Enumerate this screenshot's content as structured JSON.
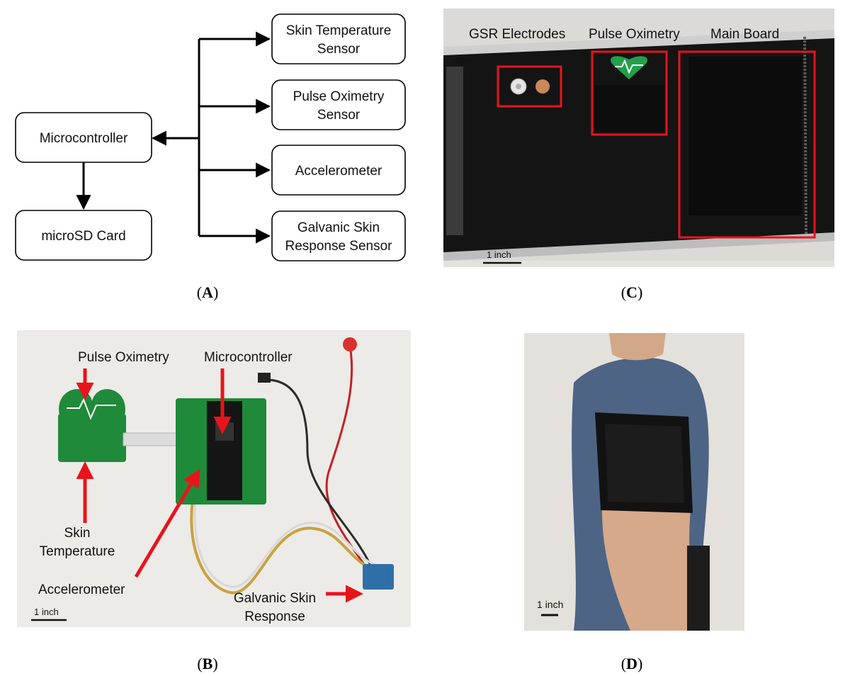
{
  "panel_a": {
    "microcontroller": "Microcontroller",
    "microsd": "microSD Card",
    "sensors": [
      {
        "line1": "Skin Temperature",
        "line2": "Sensor"
      },
      {
        "line1": "Pulse Oximetry",
        "line2": "Sensor"
      },
      {
        "line1": "Accelerometer",
        "line2": ""
      },
      {
        "line1": "Galvanic Skin",
        "line2": "Response Sensor"
      }
    ]
  },
  "panel_b": {
    "pulse_oximetry": "Pulse Oximetry",
    "microcontroller": "Microcontroller",
    "skin_temp_1": "Skin",
    "skin_temp_2": "Temperature",
    "accelerometer": "Accelerometer",
    "gsr_1": "Galvanic Skin",
    "gsr_2": "Response",
    "scale": "1 inch"
  },
  "panel_c": {
    "gsr_electrodes": "GSR Electrodes",
    "pulse_oximetry": "Pulse Oximetry",
    "main_board": "Main Board",
    "scale": "1 inch"
  },
  "panel_d": {
    "scale": "1 inch"
  },
  "captions": {
    "open": "(",
    "close": ")",
    "a": "A",
    "b": "B",
    "c": "C",
    "d": "D"
  },
  "colors": {
    "annotation_red": "#e8141b",
    "pcb_green": "#1f8a3a",
    "fabric_black": "#141414",
    "wall": "#e4e1dc"
  }
}
